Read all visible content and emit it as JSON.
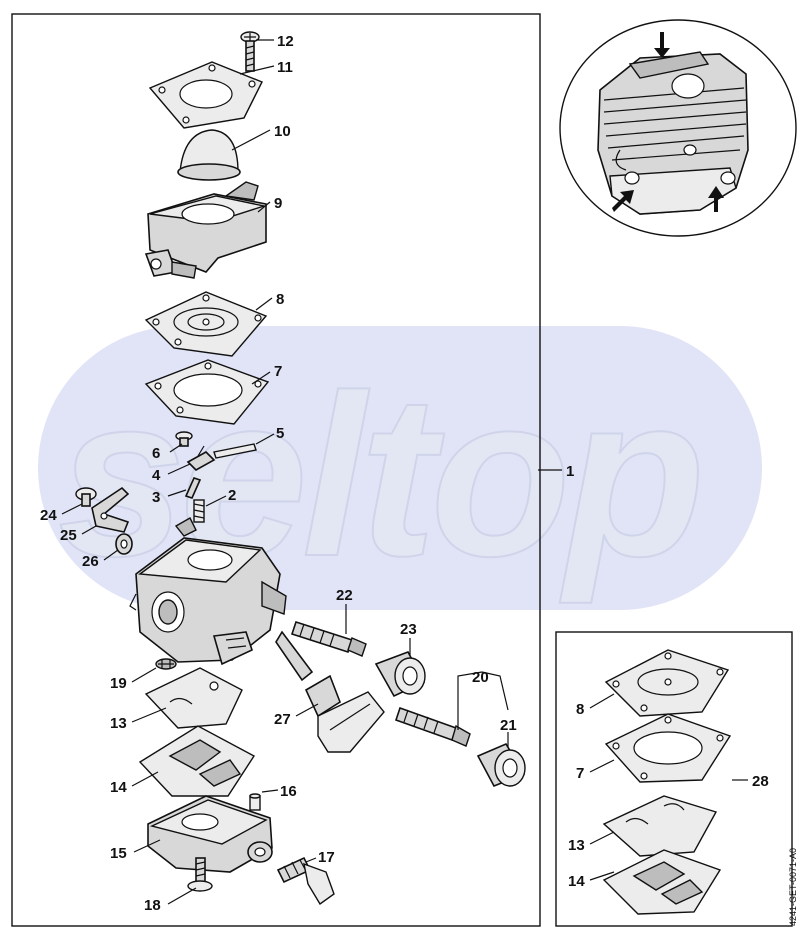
{
  "watermark": {
    "text": "seltop",
    "band_color": "#c9cdf0"
  },
  "reference_code": "4241-GET-0071-A0",
  "main_callouts": {
    "c1": "1",
    "c2": "2",
    "c3": "3",
    "c4": "4",
    "c5": "5",
    "c6": "6",
    "c7": "7",
    "c8": "8",
    "c9": "9",
    "c10": "10",
    "c11": "11",
    "c12": "12",
    "c13": "13",
    "c14": "14",
    "c15": "15",
    "c16": "16",
    "c17": "17",
    "c18": "18",
    "c19": "19",
    "c20": "20",
    "c21": "21",
    "c22": "22",
    "c23": "23",
    "c24": "24",
    "c25": "25",
    "c26": "26",
    "c27": "27"
  },
  "kit_callouts": {
    "c8": "8",
    "c7": "7",
    "c13": "13",
    "c14": "14",
    "c28": "28"
  },
  "colors": {
    "line": "#111111",
    "part_fill": "#d8d8d8",
    "paper": "#ffffff"
  }
}
